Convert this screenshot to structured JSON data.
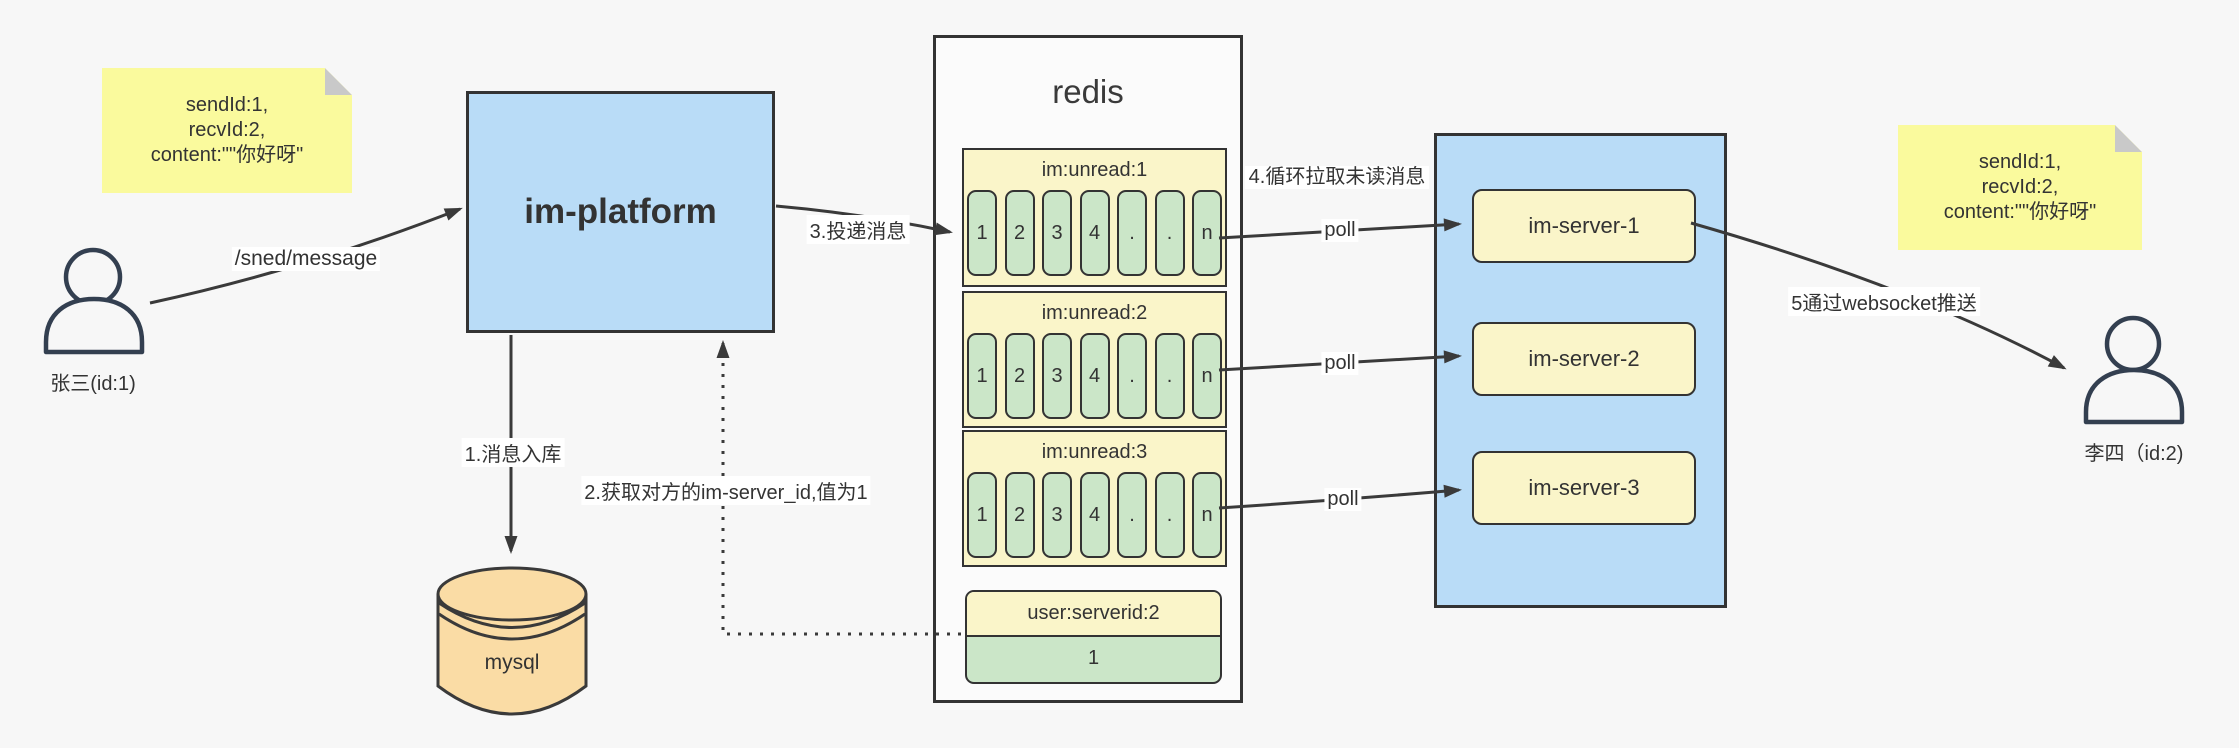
{
  "notes": {
    "left": {
      "lines": [
        "sendId:1,",
        "recvId:2,",
        "content:\"\"你好呀\""
      ]
    },
    "right": {
      "lines": [
        "sendId:1,",
        "recvId:2,",
        "content:\"\"你好呀\""
      ]
    }
  },
  "actors": {
    "sender": {
      "label": "张三(id:1)"
    },
    "receiver": {
      "label": "李四（id:2)"
    }
  },
  "platform": {
    "label": "im-platform"
  },
  "database": {
    "label": "mysql"
  },
  "redis": {
    "title": "redis",
    "queues": [
      {
        "name": "im:unread:1",
        "cells": [
          "1",
          "2",
          "3",
          "4",
          ".",
          ".",
          "n"
        ]
      },
      {
        "name": "im:unread:2",
        "cells": [
          "1",
          "2",
          "3",
          "4",
          ".",
          ".",
          "n"
        ]
      },
      {
        "name": "im:unread:3",
        "cells": [
          "1",
          "2",
          "3",
          "4",
          ".",
          ".",
          "n"
        ]
      }
    ],
    "mapping": {
      "key": "user:serverid:2",
      "value": "1"
    }
  },
  "servers": [
    {
      "label": "im-server-1"
    },
    {
      "label": "im-server-2"
    },
    {
      "label": "im-server-3"
    }
  ],
  "edges": {
    "send": "/sned/message",
    "step1": "1.消息入库",
    "step2": "2.获取对方的im-server_id,值为1",
    "step3": "3.投递消息",
    "step4": "4.循环拉取未读消息",
    "step5": "5通过websocket推送",
    "poll": "poll"
  },
  "colors": {
    "background": "#F7F7F7",
    "note_yellow": "#FAFA9D",
    "pale_yellow": "#FAF5C9",
    "cell_green": "#CBE6C8",
    "box_blue": "#B9DCF7",
    "db_orange": "#FADCA5",
    "stroke": "#3A3A3A"
  }
}
